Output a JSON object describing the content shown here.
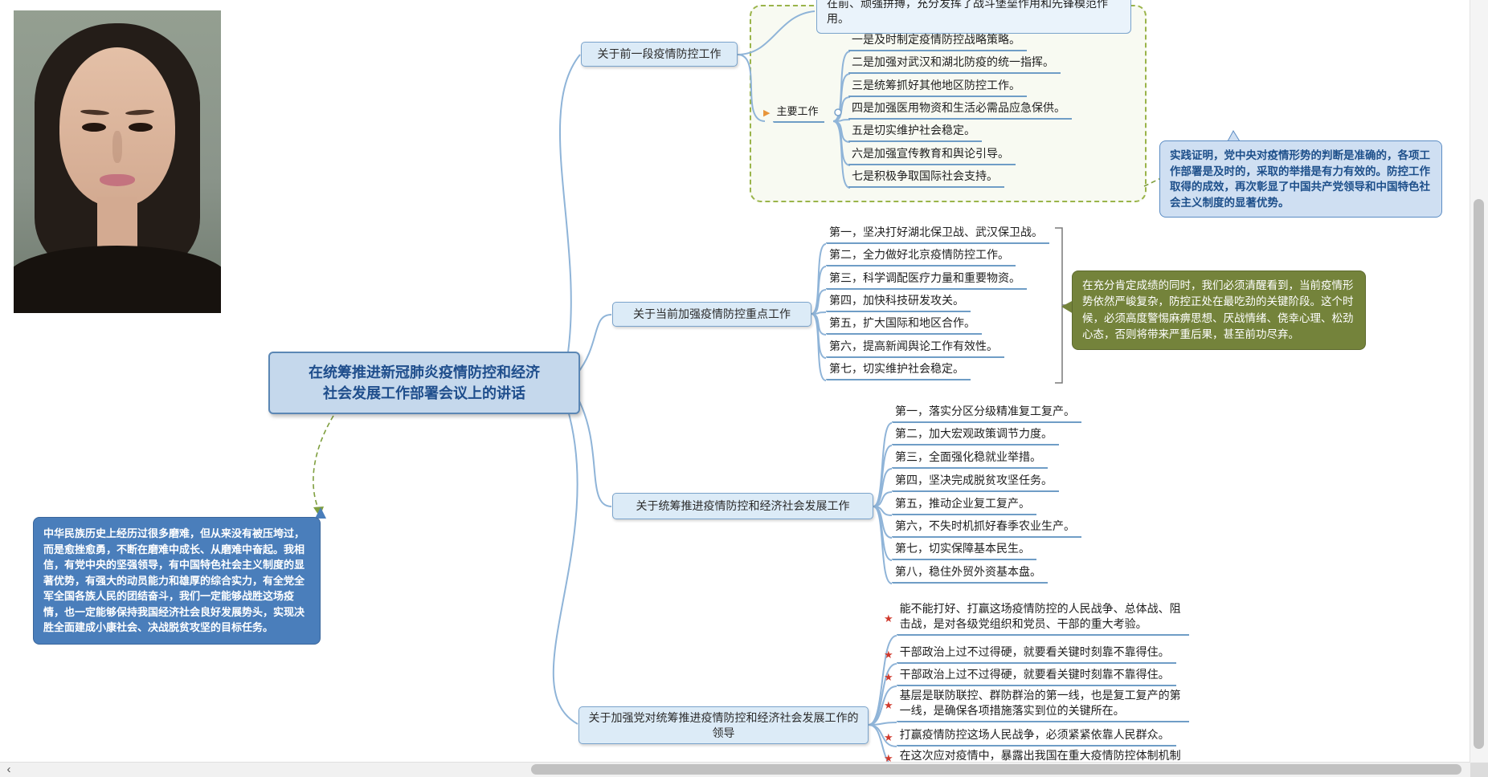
{
  "icons": {
    "star": "★",
    "flag": "▶",
    "scroll_left": "‹"
  },
  "colors": {
    "accent_blue": "#5b87b5",
    "topic_fill": "#dcebf7",
    "connector_blue": "#8fb4d8",
    "boundary_green": "#9ab44a",
    "callout_blue": "#4a7ebb",
    "callout_light_blue": "#cfdff2",
    "callout_green": "#74833b",
    "star_red": "#d03a2e",
    "marker_orange": "#e8953a"
  },
  "central": {
    "title": "在统筹推进新冠肺炎疫情防控和经济\n社会发展工作部署会议上的讲话"
  },
  "left_callout": {
    "text": "中华民族历史上经历过很多磨难，但从来没有被压垮过，而是愈挫愈勇，不断在磨难中成长、从磨难中奋起。我相信，有党中央的坚强领导，有中国特色社会主义制度的显著优势，有强大的动员能力和雄厚的综合实力，有全党全军全国各族人民的团结奋斗，我们一定能够战胜这场疫情，也一定能够保持我国经济社会良好发展势头，实现决胜全面建成小康社会、决战脱贫攻坚的目标任务。"
  },
  "branch1": {
    "label": "关于前一段疫情防控工作",
    "clipped_note": "在前、顽强拼搏，充分发挥了战斗堡垒作用和先锋模范作用。",
    "group_label": "主要工作",
    "items": [
      "一是及时制定疫情防控战略策略。",
      "二是加强对武汉和湖北防疫的统一指挥。",
      "三是统筹抓好其他地区防控工作。",
      "四是加强医用物资和生活必需品应急保供。",
      "五是切实维护社会稳定。",
      "六是加强宣传教育和舆论引导。",
      "七是积极争取国际社会支持。"
    ],
    "callout": "实践证明，党中央对疫情形势的判断是准确的，各项工作部署是及时的，采取的举措是有力有效的。防控工作取得的成效，再次彰显了中国共产党领导和中国特色社会主义制度的显著优势。"
  },
  "branch2": {
    "label": "关于当前加强疫情防控重点工作",
    "items": [
      "第一，坚决打好湖北保卫战、武汉保卫战。",
      "第二，全力做好北京疫情防控工作。",
      "第三，科学调配医疗力量和重要物资。",
      "第四，加快科技研发攻关。",
      "第五，扩大国际和地区合作。",
      "第六，提高新闻舆论工作有效性。",
      "第七，切实维护社会稳定。"
    ],
    "callout": "在充分肯定成绩的同时，我们必须清醒看到，当前疫情形势依然严峻复杂，防控正处在最吃劲的关键阶段。这个时候，必须高度警惕麻痹思想、厌战情绪、侥幸心理、松劲心态，否则将带来严重后果，甚至前功尽弃。"
  },
  "branch3": {
    "label": "关于统筹推进疫情防控和经济社会发展工作",
    "items": [
      "第一，落实分区分级精准复工复产。",
      "第二，加大宏观政策调节力度。",
      "第三，全面强化稳就业举措。",
      "第四，坚决完成脱贫攻坚任务。",
      "第五，推动企业复工复产。",
      "第六，不失时机抓好春季农业生产。",
      "第七，切实保障基本民生。",
      "第八，稳住外贸外资基本盘。"
    ]
  },
  "branch4": {
    "label": "关于加强党对统筹推进疫情防控和经济社会发展工作的领导",
    "items": [
      "能不能打好、打赢这场疫情防控的人民战争、总体战、阻击战，是对各级党组织和党员、干部的重大考验。",
      "干部政治上过不过得硬，就要看关键时刻靠不靠得住。",
      "干部政治上过不过得硬，就要看关键时刻靠不靠得住。",
      "基层是联防联控、群防群治的第一线，也是复工复产的第一线，是确保各项措施落实到位的关键所在。",
      "打赢疫情防控这场人民战争，必须紧紧依靠人民群众。",
      "在这次应对疫情中，暴露出我国在重大疫情防控体制机制"
    ]
  }
}
